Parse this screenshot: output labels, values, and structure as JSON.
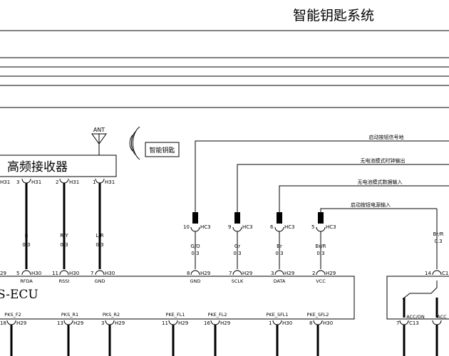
{
  "title": "智能钥匙系统",
  "receiver": {
    "label": "高频接收器",
    "pins": [
      {
        "num": "3",
        "conn": "H31",
        "wire": "B",
        "gauge": "0.3",
        "ecu_num": "5",
        "ecu_conn": "H30",
        "ecu_sig": "RFDA"
      },
      {
        "num": "2",
        "conn": "H31",
        "wire": "R/Y",
        "gauge": "0.3",
        "ecu_num": "11",
        "ecu_conn": "H30",
        "ecu_sig": "RSSI"
      },
      {
        "num": "1",
        "conn": "H31",
        "wire": "L/R",
        "gauge": "0.3",
        "ecu_num": "7",
        "ecu_conn": "H30",
        "ecu_sig": "GND"
      }
    ],
    "edge_left": {
      "num": "H31",
      "ecu_num": "29"
    }
  },
  "antenna": {
    "label": "ANT"
  },
  "smart_key": {
    "label": "智能钥匙"
  },
  "signals": [
    {
      "label": "启动按钮信号地",
      "pin": "10",
      "conn": "HC3",
      "wire": "G/O",
      "gauge": "0.3",
      "ecu_num": "8",
      "ecu_conn": "H29",
      "ecu_sig": "GND"
    },
    {
      "label": "无电池模式时钟输出",
      "pin": "9",
      "conn": "HC3",
      "wire": "Gr",
      "gauge": "0.3",
      "ecu_num": "7",
      "ecu_conn": "H29",
      "ecu_sig": "SCLK"
    },
    {
      "label": "无电池模式数据输入",
      "pin": "6",
      "conn": "HC3",
      "wire": "Br",
      "gauge": "0.3",
      "ecu_num": "3",
      "ecu_conn": "H29",
      "ecu_sig": "DATA"
    },
    {
      "label": "启动按钮电源输入",
      "pin": "5",
      "conn": "HC3",
      "wire": "Br/R",
      "gauge": "0.3",
      "ecu_num": "2",
      "ecu_conn": "H29",
      "ecu_sig": "VCC"
    }
  ],
  "right_wire": {
    "wire": "Br/R",
    "gauge": "0.3",
    "num": "14",
    "conn": "C1"
  },
  "ecu": {
    "label": "S-ECU"
  },
  "bottom_pins": [
    {
      "sig": "PKS_F2",
      "num": "18",
      "conn": "H29"
    },
    {
      "sig": "PKS_R1",
      "num": "13",
      "conn": "H29"
    },
    {
      "sig": "PKS_R2",
      "num": "3",
      "conn": "H29"
    },
    {
      "sig": "PKE_FL1",
      "num": "11",
      "conn": "H29"
    },
    {
      "sig": "PKE_FL2",
      "num": "16",
      "conn": "H29"
    },
    {
      "sig": "PKE_SFL1",
      "num": "1",
      "conn": "H30"
    },
    {
      "sig": "PKE_SFL2",
      "num": "8",
      "conn": "H30"
    }
  ],
  "right_box_pins": [
    {
      "sig": "ACC/ON",
      "num": "7",
      "conn": "C13"
    },
    {
      "sig": "ACC",
      "num": "",
      "conn": ""
    }
  ]
}
